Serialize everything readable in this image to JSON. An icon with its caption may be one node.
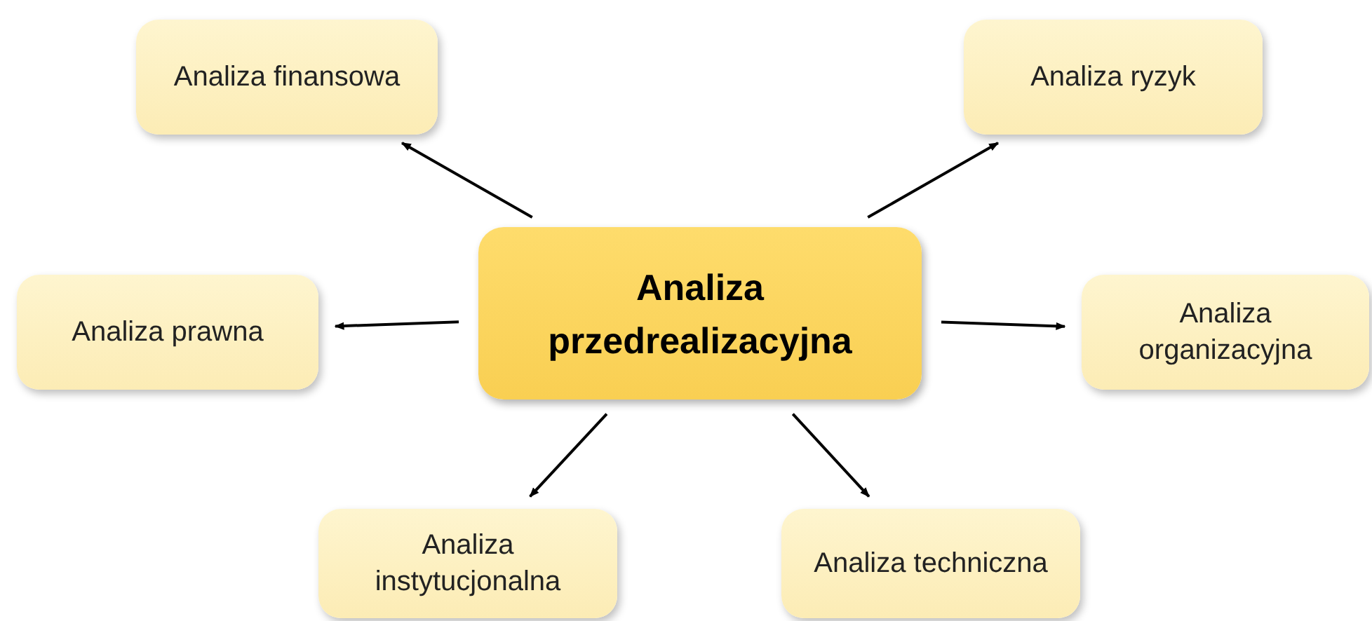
{
  "diagram": {
    "nodes": [
      {
        "text": [
          "Analiza przedrealizacyjna"
        ]
      },
      {
        "text": [
          "Analiza finansowa"
        ]
      },
      {
        "text": [
          "Analiza ryzyk"
        ]
      },
      {
        "text": [
          "Analiza prawna"
        ]
      },
      {
        "text": [
          "Analiza organizacyjna"
        ]
      },
      {
        "text": [
          "Analiza instytucjonalna"
        ]
      },
      {
        "text": [
          "Analiza techniczna"
        ]
      }
    ],
    "edges": [
      {
        "from": 0,
        "to": 1,
        "arrow": "to"
      },
      {
        "from": 0,
        "to": 2,
        "arrow": "to"
      },
      {
        "from": 0,
        "to": 3,
        "arrow": "to"
      },
      {
        "from": 0,
        "to": 4,
        "arrow": "to"
      },
      {
        "from": 0,
        "to": 5,
        "arrow": "to"
      },
      {
        "from": 0,
        "to": 6,
        "arrow": "to"
      }
    ]
  }
}
